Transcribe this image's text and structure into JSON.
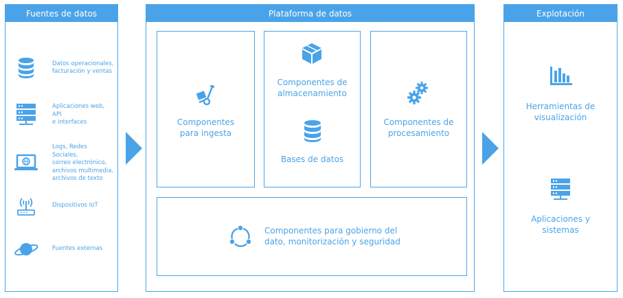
{
  "panels": {
    "sources": {
      "header": "Fuentes de datos",
      "items": [
        {
          "label": "Datos operacionales,\nfacturación y ventas",
          "icon": "database-icon"
        },
        {
          "label": "Aplicaciones web, API\ne interfaces",
          "icon": "server-icon"
        },
        {
          "label": "Logs, Redes Sociales,\ncorreo electrónico,\narchivos multimedia,\narchivos de texto",
          "icon": "laptop-globe-icon"
        },
        {
          "label": "Dispositivos IoT",
          "icon": "router-wifi-icon"
        },
        {
          "label": "Fuentes externas",
          "icon": "planet-icon"
        }
      ]
    },
    "platform": {
      "header": "Plataforma de datos",
      "ingest": "Componentes\npara ingesta",
      "storage": "Componentes de\nalmacenamiento",
      "databases": "Bases de datos",
      "processing": "Componentes de\nprocesamiento",
      "governance": "Componentes para gobierno del\ndato, monitorización y seguridad"
    },
    "exploitation": {
      "header": "Explotación",
      "visualization": "Herramientas de\nvisualización",
      "applications": "Aplicaciones y\nsistemas"
    }
  },
  "colors": {
    "accent": "#4aa3e8",
    "background": "#ffffff"
  }
}
